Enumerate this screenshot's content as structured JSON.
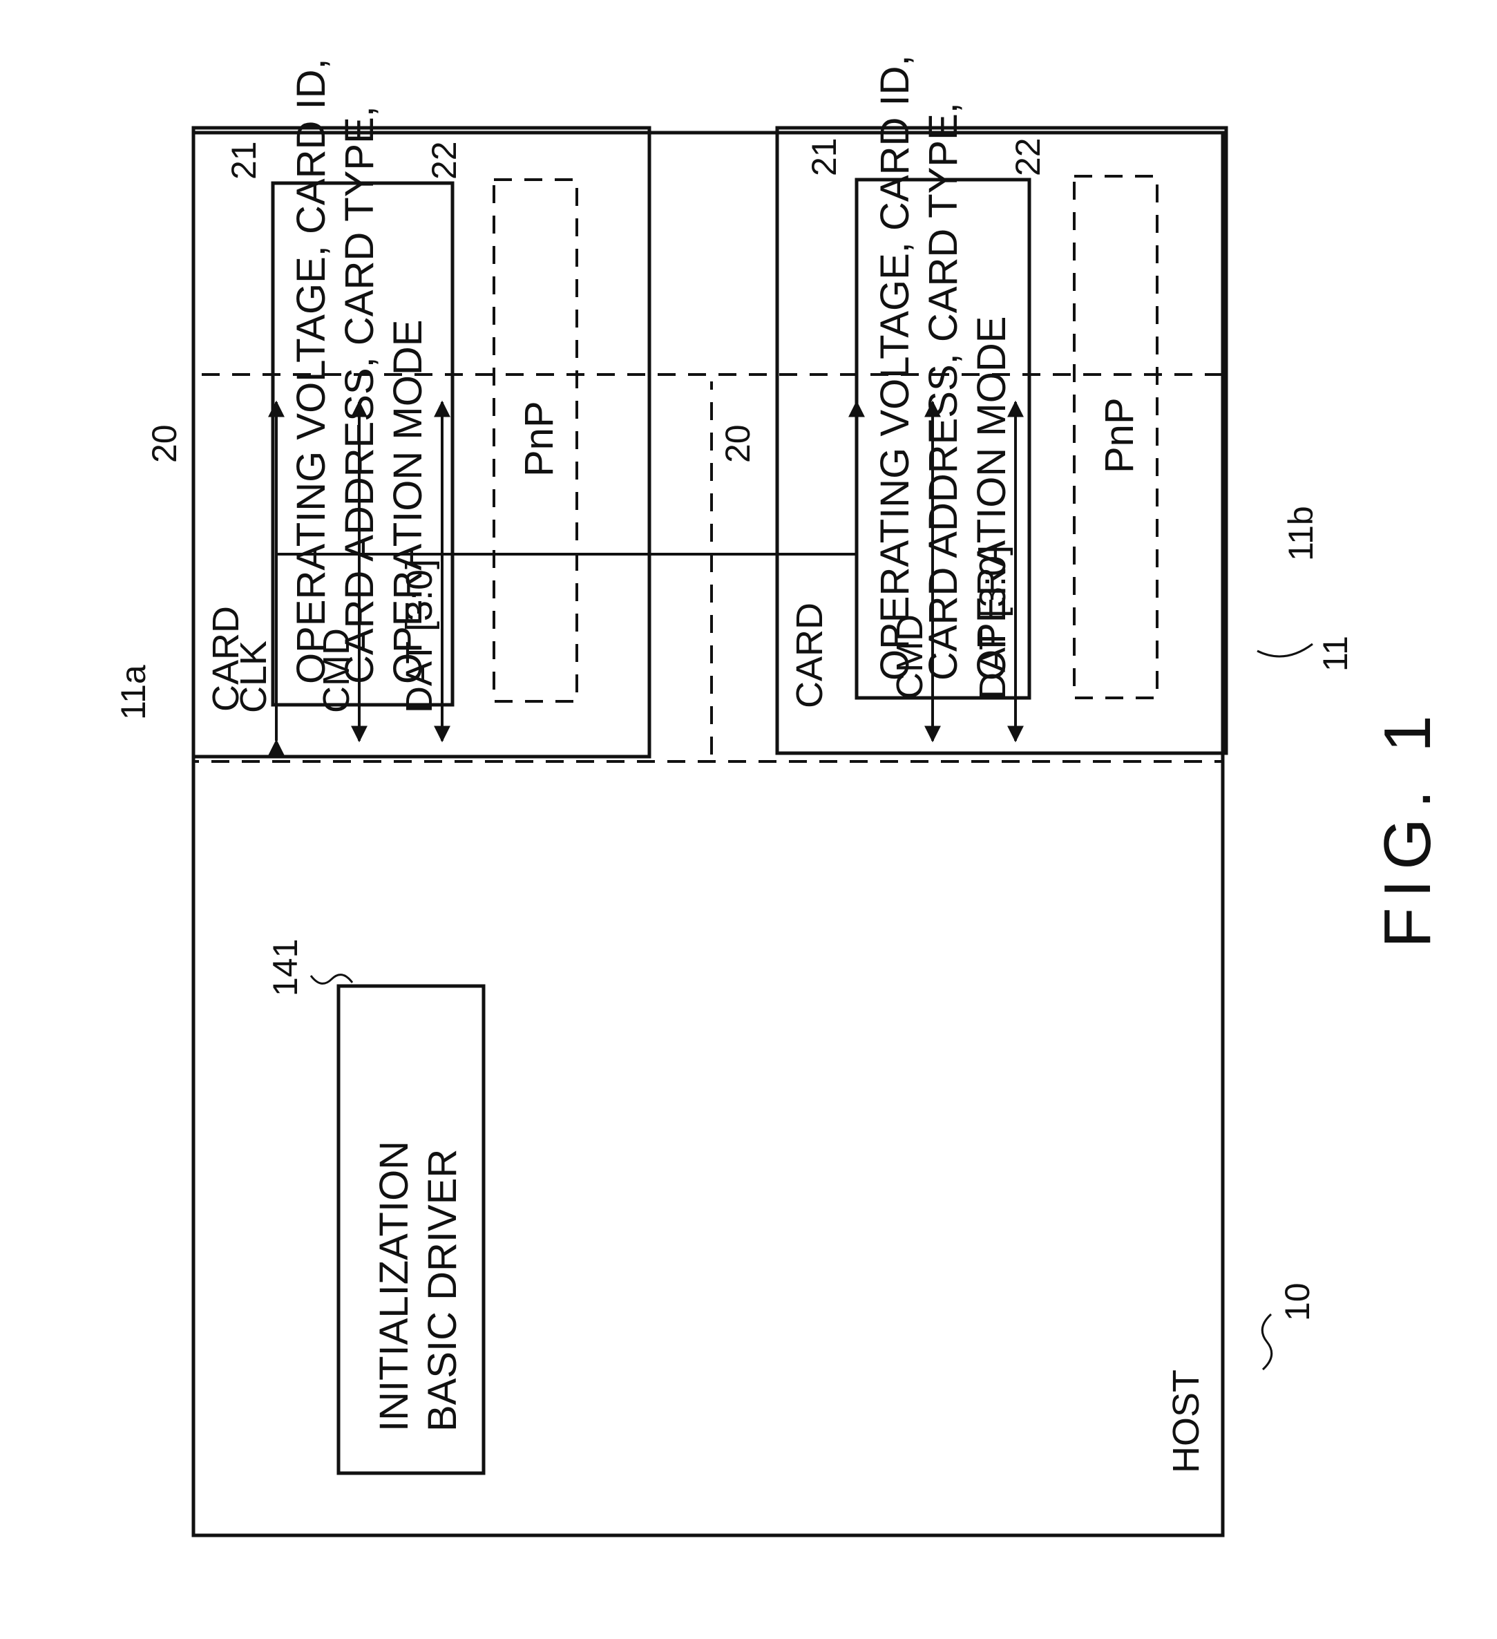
{
  "host": {
    "label": "HOST",
    "ref": "10",
    "driver_box": {
      "ref": "141",
      "lines": [
        "INITIALIZATION",
        "BASIC DRIVER"
      ]
    }
  },
  "cards": [
    {
      "label": "CARD",
      "ref": "20",
      "info_box": {
        "ref": "21",
        "lines": [
          "OPERATING VOLTAGE, CARD ID,",
          "CARD ADDRESS, CARD TYPE,",
          "OPERATION MODE"
        ]
      },
      "pnp_box": {
        "ref": "22",
        "label": "PnP"
      }
    },
    {
      "label": "CARD",
      "ref": "20",
      "info_box": {
        "ref": "21",
        "lines": [
          "OPERATING VOLTAGE, CARD ID,",
          "CARD ADDRESS, CARD TYPE,",
          "OPERATION MODE"
        ]
      },
      "pnp_box": {
        "ref": "22",
        "label": "PnP"
      }
    }
  ],
  "bus": {
    "ref": "11",
    "slot_a_ref": "11a",
    "slot_b_ref": "11b",
    "signals_a": [
      "CLK",
      "CMD",
      "DAT [3:0]"
    ],
    "signals_b": [
      "CMD",
      "DAT [3:0]"
    ]
  },
  "figure_label": "FIG. 1"
}
